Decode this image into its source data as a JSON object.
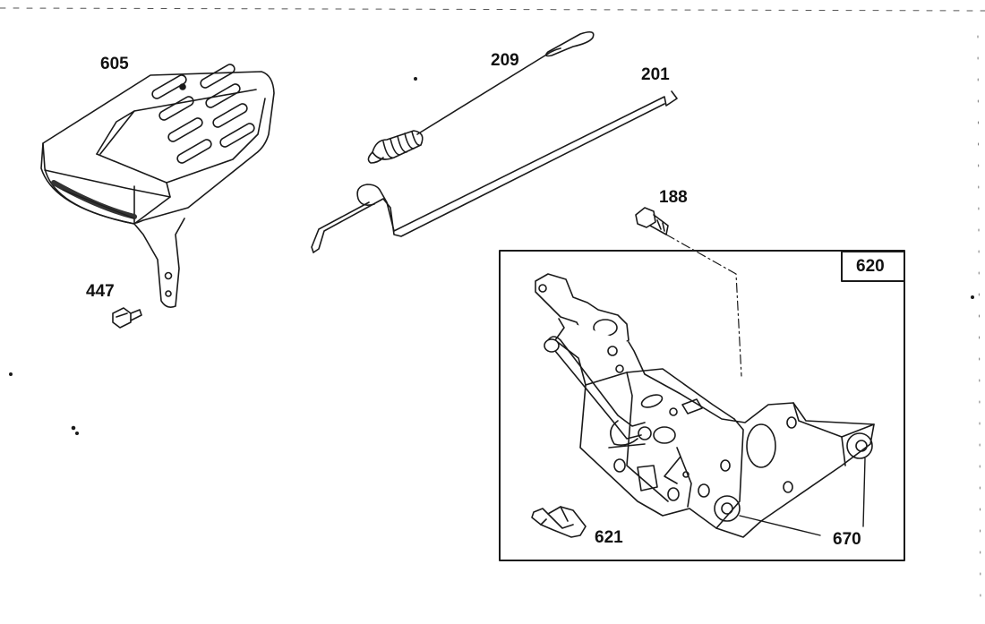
{
  "labels": {
    "cover": "605",
    "spring": "209",
    "link": "201",
    "screw_188": "188",
    "screw_447": "447",
    "kit": "620",
    "clip": "621",
    "bushing": "670"
  }
}
